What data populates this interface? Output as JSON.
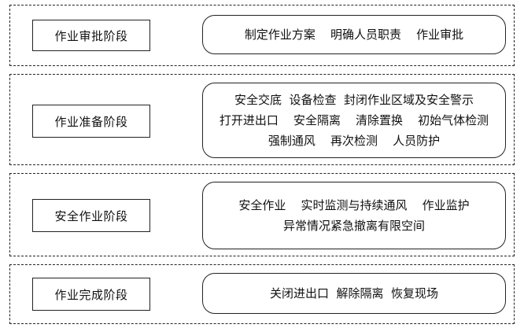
{
  "stages": [
    {
      "label": "作业审批阶段",
      "lines": [
        "制定作业方案    明确人员职责    作业审批"
      ]
    },
    {
      "label": "作业准备阶段",
      "lines": [
        "安全交底  设备检查  封闭作业区域及安全警示",
        "打开进出口    安全隔离    清除置换    初始气体检测",
        "强制通风    再次检测    人员防护"
      ]
    },
    {
      "label": "安全作业阶段",
      "lines": [
        "安全作业    实时监测与持续通风    作业监护",
        "异常情况紧急撤离有限空间"
      ]
    },
    {
      "label": "作业完成阶段",
      "lines": [
        "关闭进出口  解除隔离  恢复现场"
      ]
    }
  ]
}
